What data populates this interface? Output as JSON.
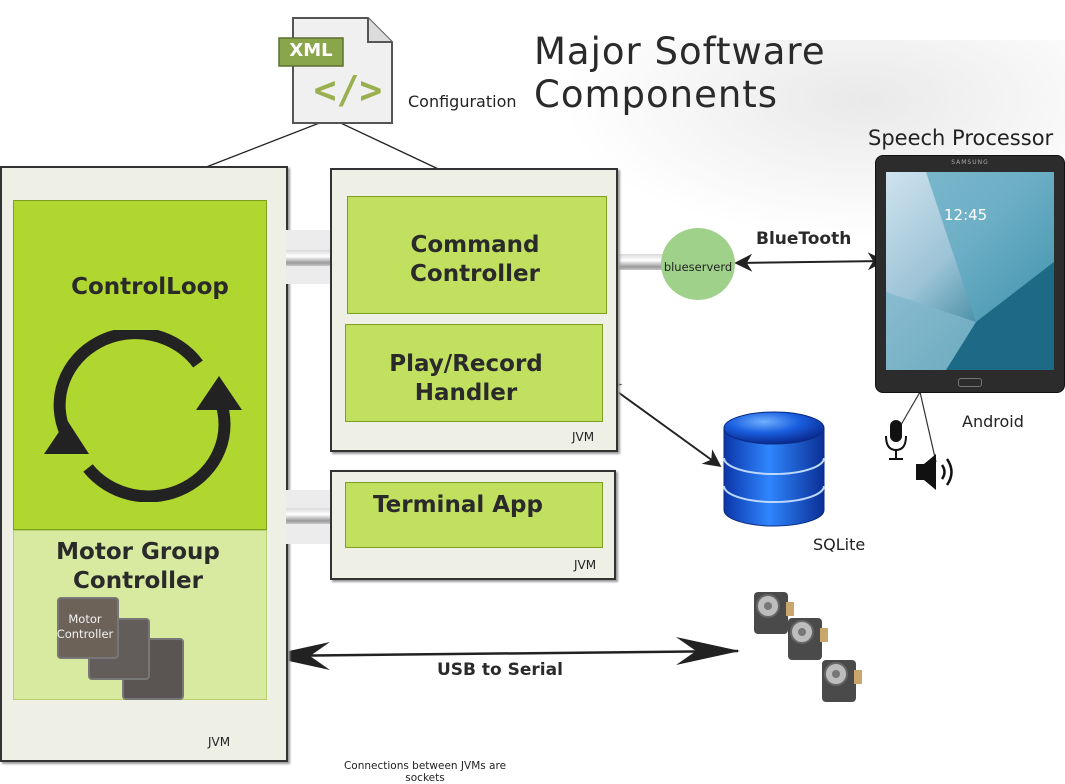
{
  "title": "Major Software Components",
  "configuration_label": "Configuration",
  "xml_badge": "XML",
  "xml_code_glyph": "</>",
  "control_loop": {
    "label": "ControlLoop"
  },
  "motor_group": {
    "label": "Motor Group Controller",
    "tile_label": "Motor Controller"
  },
  "left_jvm_label": "JVM",
  "command_controller": {
    "label": "Command Controller"
  },
  "play_record": {
    "label": "Play/Record Handler"
  },
  "middle_jvm_label": "JVM",
  "terminal_app": {
    "label": "Terminal App"
  },
  "terminal_jvm_label": "JVM",
  "blueserverd": "blueserverd",
  "bluetooth_label": "BlueTooth",
  "speech_processor_label": "Speech Processor",
  "android_label": "Android",
  "tablet": {
    "clock": "12:45",
    "brand": "SAMSUNG"
  },
  "sqlite_label": "SQLite",
  "usb_label": "USB to Serial",
  "footnote": "Connections between  JVMs are sockets",
  "colors": {
    "control_loop_fill": "#b0d630",
    "motor_group_fill": "#d8e9a0",
    "component_fill": "#c2e060",
    "jvm_fill": "#eef0e6",
    "blueserverd_fill": "#9fd18a",
    "db_blue": "#1a5fe0"
  }
}
